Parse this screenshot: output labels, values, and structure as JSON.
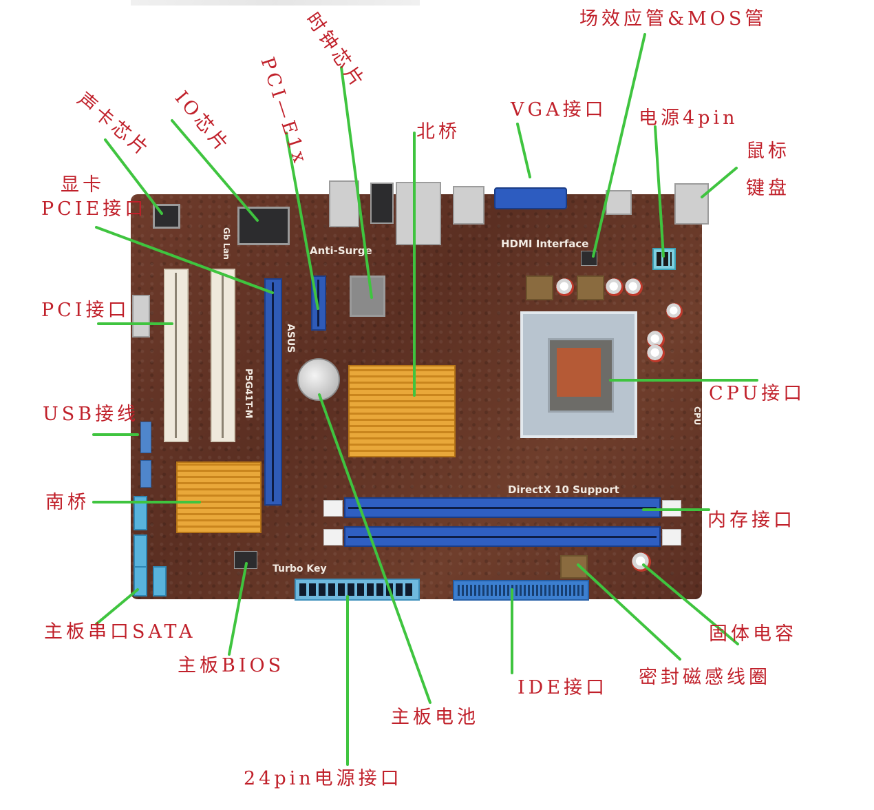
{
  "diagram": {
    "subject": "motherboard component diagram",
    "accent_colors": {
      "label_text": "#c0202a",
      "leader_line": "#3fc43f",
      "pcb": "#6b3a2a"
    },
    "board_silkscreen": {
      "anti_surge": "Anti-Surge",
      "hdmi": "HDMI Interface",
      "directx": "DirectX 10 Support",
      "turbo_key": "Turbo Key",
      "brand": "ASUS",
      "model": "P5G41T-M",
      "gblan": "Gb Lan",
      "cpu": "CPU"
    },
    "labels": [
      {
        "id": "sound-chip",
        "text": "声卡芯片"
      },
      {
        "id": "io-chip",
        "text": "IO芯片"
      },
      {
        "id": "pcie-x1",
        "text": "PCI—E1x"
      },
      {
        "id": "clock-chip",
        "text": "时钟芯片"
      },
      {
        "id": "northbridge",
        "text": "北桥"
      },
      {
        "id": "vga-port",
        "text": "VGA接口"
      },
      {
        "id": "mosfet",
        "text": "场效应管&MOS管"
      },
      {
        "id": "power-4pin",
        "text": "电源4pin"
      },
      {
        "id": "mouse",
        "text": "鼠标"
      },
      {
        "id": "keyboard",
        "text": "键盘"
      },
      {
        "id": "gpu-pcie-line1",
        "text": "显卡"
      },
      {
        "id": "gpu-pcie-line2",
        "text": "PCIE接口"
      },
      {
        "id": "pci-slot",
        "text": "PCI接口"
      },
      {
        "id": "usb-header",
        "text": "USB接线"
      },
      {
        "id": "southbridge",
        "text": "南桥"
      },
      {
        "id": "cpu-socket",
        "text": "CPU接口"
      },
      {
        "id": "memory-slot",
        "text": "内存接口"
      },
      {
        "id": "sata",
        "text": "主板串口SATA"
      },
      {
        "id": "bios",
        "text": "主板BIOS"
      },
      {
        "id": "battery",
        "text": "主板电池"
      },
      {
        "id": "atx-24pin",
        "text": "24pin电源接口"
      },
      {
        "id": "ide",
        "text": "IDE接口"
      },
      {
        "id": "choke",
        "text": "密封磁感线圈"
      },
      {
        "id": "solid-cap",
        "text": "固体电容"
      }
    ]
  }
}
